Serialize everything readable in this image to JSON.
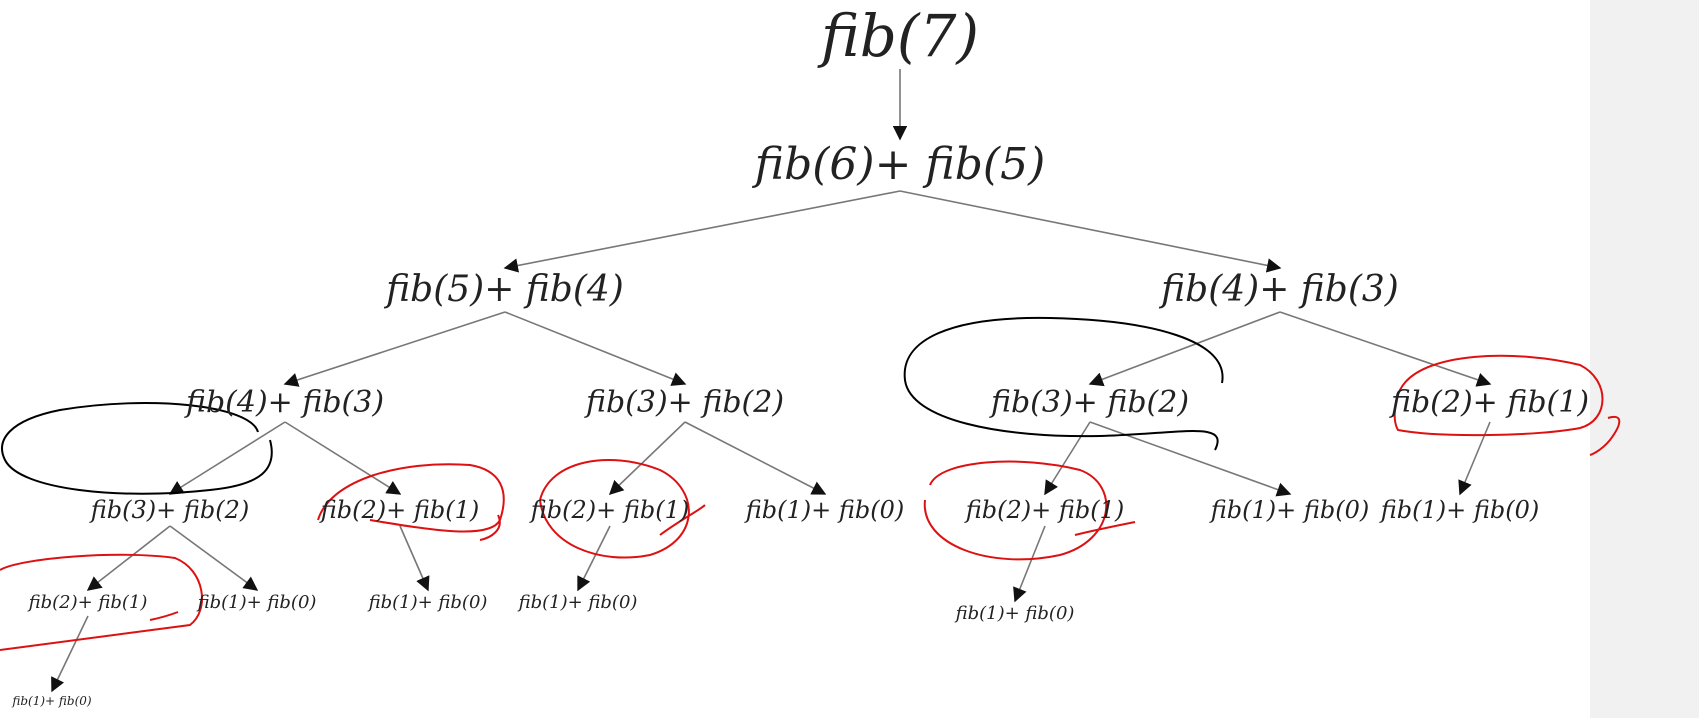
{
  "nodes": [
    {
      "id": "n0",
      "label": "fib(7)"
    },
    {
      "id": "n1",
      "label": "fib(6)+ fib(5)"
    },
    {
      "id": "n2",
      "label": "fib(5)+ fib(4)"
    },
    {
      "id": "n3",
      "label": "fib(4)+ fib(3)"
    },
    {
      "id": "n4",
      "label": "fib(4)+ fib(3)"
    },
    {
      "id": "n5",
      "label": "fib(3)+ fib(2)"
    },
    {
      "id": "n6",
      "label": "fib(3)+ fib(2)"
    },
    {
      "id": "n7",
      "label": "fib(2)+ fib(1)"
    },
    {
      "id": "n8",
      "label": "fib(3)+ fib(2)"
    },
    {
      "id": "n9",
      "label": "fib(2)+ fib(1)"
    },
    {
      "id": "n10",
      "label": "fib(2)+ fib(1)"
    },
    {
      "id": "n11",
      "label": "fib(1)+ fib(0)"
    },
    {
      "id": "n12",
      "label": "fib(2)+ fib(1)"
    },
    {
      "id": "n13",
      "label": "fib(1)+ fib(0)"
    },
    {
      "id": "n14",
      "label": "fib(1)+ fib(0)"
    },
    {
      "id": "n15",
      "label": "fib(2)+ fib(1)"
    },
    {
      "id": "n16",
      "label": "fib(1)+ fib(0)"
    },
    {
      "id": "n17",
      "label": "fib(1)+ fib(0)"
    },
    {
      "id": "n18",
      "label": "fib(1)+ fib(0)"
    },
    {
      "id": "n19",
      "label": "fib(1)+ fib(0)"
    },
    {
      "id": "n20",
      "label": "fib(1)+ fib(0)"
    }
  ],
  "edges": [
    [
      "n0",
      "n1"
    ],
    [
      "n1",
      "n2"
    ],
    [
      "n1",
      "n3"
    ],
    [
      "n2",
      "n4"
    ],
    [
      "n2",
      "n5"
    ],
    [
      "n3",
      "n6"
    ],
    [
      "n3",
      "n7"
    ],
    [
      "n4",
      "n8"
    ],
    [
      "n4",
      "n9"
    ],
    [
      "n5",
      "n10"
    ],
    [
      "n5",
      "n11"
    ],
    [
      "n6",
      "n12"
    ],
    [
      "n6",
      "n13"
    ],
    [
      "n7",
      "n14"
    ],
    [
      "n8",
      "n15"
    ],
    [
      "n8",
      "n16"
    ],
    [
      "n9",
      "n17"
    ],
    [
      "n10",
      "n18"
    ],
    [
      "n12",
      "n19"
    ],
    [
      "n15",
      "n20"
    ]
  ],
  "annotations": {
    "black_circles": [
      "n6",
      "n8"
    ],
    "red_circles": [
      "n7",
      "n9",
      "n10",
      "n12",
      "n15"
    ],
    "black_color": "#000000",
    "red_color": "#dd1111",
    "edge_color": "#777777",
    "arrow_color": "#111111"
  }
}
